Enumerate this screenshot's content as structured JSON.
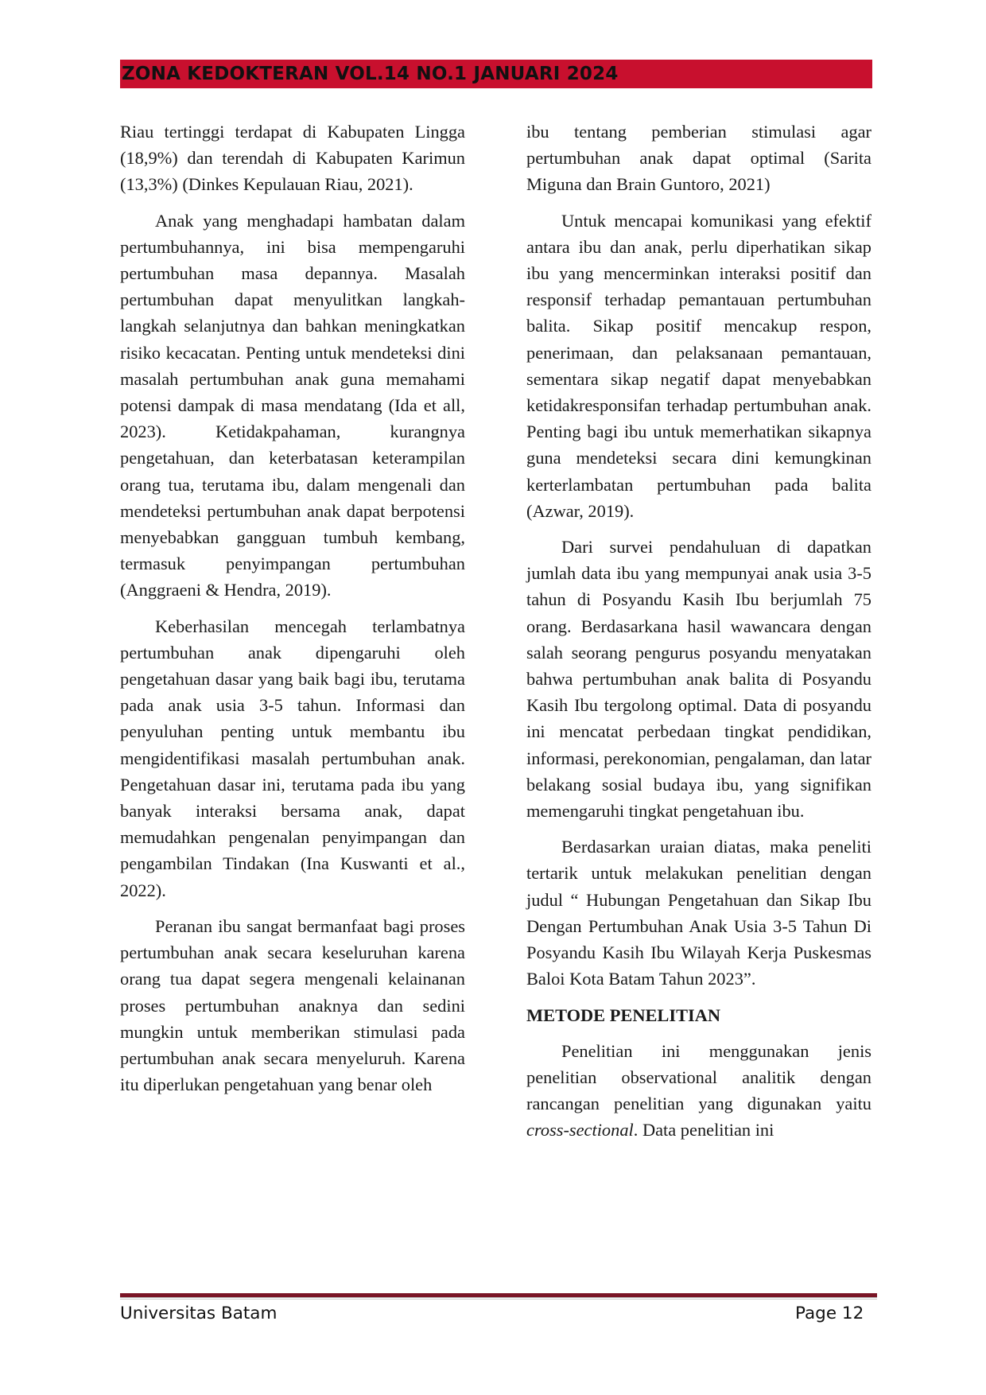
{
  "header": {
    "journal_title": "ZONA KEDOKTERAN VOL.14 NO.1 JANUARI 2024",
    "bar_color": "#c8102e"
  },
  "left_column": {
    "p1": "Riau tertinggi terdapat di Kabupaten Lingga (18,9%) dan terendah di Kabupaten Karimun (13,3%) (Dinkes Kepulauan Riau, 2021).",
    "p2": "Anak yang menghadapi hambatan dalam pertumbuhannya, ini bisa mempengaruhi pertumbuhan masa depannya. Masalah pertumbuhan dapat menyulitkan langkah-langkah selanjutnya dan bahkan meningkatkan risiko kecacatan. Penting untuk mendeteksi dini masalah pertumbuhan anak guna memahami potensi dampak di masa mendatang (Ida et all, 2023). Ketidakpahaman, kurangnya pengetahuan, dan keterbatasan keterampilan orang tua, terutama ibu, dalam mengenali dan mendeteksi pertumbuhan anak dapat berpotensi menyebabkan gangguan tumbuh kembang, termasuk penyimpangan pertumbuhan (Anggraeni & Hendra, 2019).",
    "p3": "Keberhasilan mencegah terlambatnya pertumbuhan anak dipengaruhi oleh pengetahuan dasar yang baik bagi ibu, terutama pada anak usia 3-5 tahun. Informasi dan penyuluhan penting untuk membantu ibu mengidentifikasi masalah pertumbuhan anak. Pengetahuan dasar ini, terutama pada ibu yang banyak interaksi bersama anak, dapat memudahkan pengenalan penyimpangan dan pengambilan Tindakan (Ina Kuswanti et al., 2022).",
    "p4": "Peranan ibu sangat bermanfaat bagi proses pertumbuhan anak secara keseluruhan karena orang tua dapat segera mengenali kelainanan proses pertumbuhan anaknya dan sedini mungkin untuk memberikan stimulasi pada pertumbuhan anak secara menyeluruh. Karena itu diperlukan pengetahuan yang benar oleh"
  },
  "right_column": {
    "p1": "ibu tentang pemberian stimulasi agar pertumbuhan anak dapat optimal (Sarita Miguna dan Brain Guntoro, 2021)",
    "p2": "Untuk mencapai komunikasi yang efektif antara ibu dan anak, perlu diperhatikan sikap ibu yang mencerminkan interaksi positif dan responsif terhadap pemantauan pertumbuhan balita. Sikap positif mencakup respon, penerimaan, dan pelaksanaan pemantauan, sementara sikap negatif dapat menyebabkan ketidakresponsifan terhadap pertumbuhan anak. Penting bagi ibu untuk memerhatikan sikapnya guna mendeteksi secara dini kemungkinan kerterlambatan pertumbuhan  pada balita (Azwar, 2019).",
    "p3": "Dari survei pendahuluan di dapatkan jumlah data ibu yang mempunyai anak usia 3-5 tahun di Posyandu Kasih Ibu berjumlah 75 orang. Berdasarkana hasil wawancara dengan salah seorang pengurus posyandu menyatakan bahwa pertumbuhan anak balita di Posyandu Kasih Ibu tergolong optimal. Data di posyandu ini mencatat perbedaan tingkat pendidikan, informasi, perekonomian, pengalaman, dan latar belakang sosial budaya ibu, yang signifikan memengaruhi tingkat pengetahuan ibu.",
    "p4": "Berdasarkan uraian diatas, maka peneliti tertarik untuk melakukan penelitian dengan judul “ Hubungan Pengetahuan dan Sikap Ibu Dengan Pertumbuhan Anak Usia 3-5 Tahun Di Posyandu Kasih Ibu Wilayah Kerja Puskesmas Baloi Kota Batam Tahun 2023”.",
    "section_heading": "METODE PENELITIAN",
    "p5_before": "Penelitian ini menggunakan jenis penelitian observational analitik dengan rancangan penelitian yang digunakan yaitu",
    "p5_italic": "cross-sectional",
    "p5_after": ". Data penelitian ini"
  },
  "footer": {
    "institution": "Universitas Batam",
    "page_label": "Page 12",
    "rule_color": "#7a1526"
  }
}
